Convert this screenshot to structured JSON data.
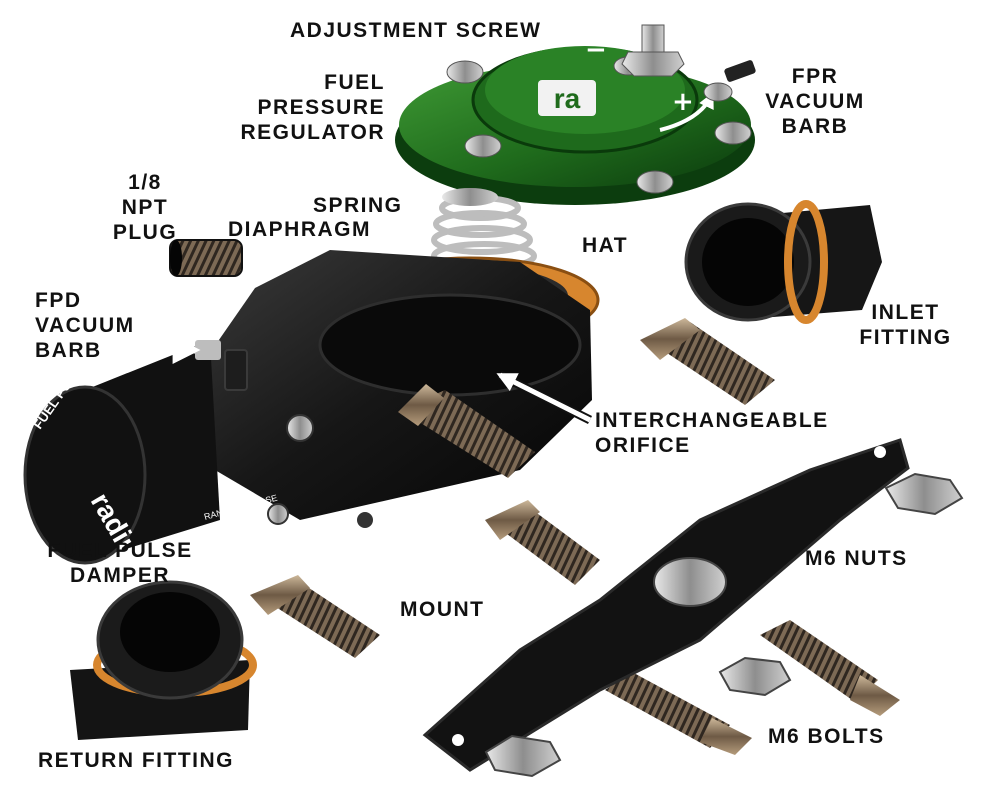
{
  "labels": {
    "adjustment_screw": [
      "ADJUSTMENT SCREW"
    ],
    "fuel_pressure_regulator": [
      "FUEL",
      "PRESSURE",
      "REGULATOR"
    ],
    "fpr_vacuum_barb": [
      "FPR",
      "VACUUM",
      "BARB"
    ],
    "npt_plug": [
      "1/8",
      "NPT",
      "PLUG"
    ],
    "spring": [
      "SPRING"
    ],
    "diaphragm": [
      "DIAPHRAGM"
    ],
    "hat": [
      "HAT"
    ],
    "inlet_fitting": [
      "INLET",
      "FITTING"
    ],
    "fpd_vacuum_barb": [
      "FPD",
      "VACUUM",
      "BARB"
    ],
    "interchangeable_orifice": [
      "INTERCHANGEABLE",
      "ORIFICE"
    ],
    "fuel_pulse_damper": [
      "FUEL PULSE",
      "DAMPER"
    ],
    "mount": [
      "MOUNT"
    ],
    "m6_nuts": [
      "M6 NUTS"
    ],
    "m6_bolts": [
      "M6 BOLTS"
    ],
    "return_fitting": [
      "RETURN FITTING"
    ]
  },
  "branding": {
    "cap_logo": "ra",
    "damper_logo": "radium",
    "damper_ring_text": "FUEL PULSE",
    "damper_spec_text": "RANGE PSI BASE"
  },
  "colors": {
    "regulator_green": "#1f6b1c",
    "body_black": "#141414",
    "gasket_orange": "#d7862e",
    "steel": "#9a9a9a",
    "label_text": "#111111"
  }
}
